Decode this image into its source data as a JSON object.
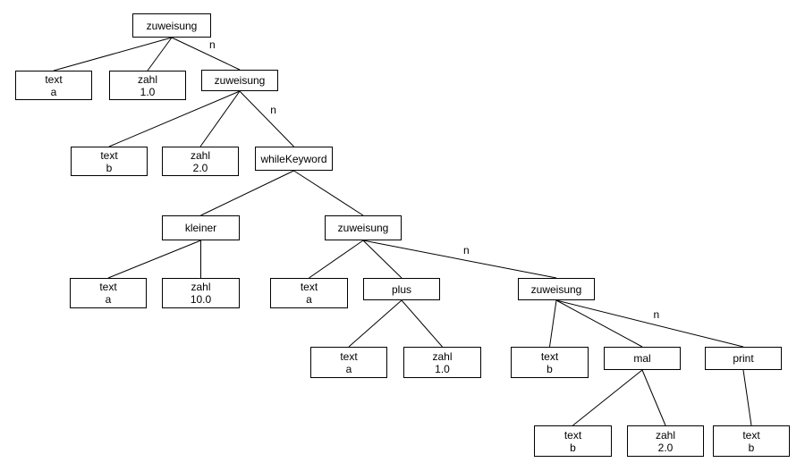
{
  "nodes": [
    {
      "id": "n1",
      "line1": "zuweisung",
      "line2": ""
    },
    {
      "id": "n2",
      "line1": "text",
      "line2": "a"
    },
    {
      "id": "n3",
      "line1": "zahl",
      "line2": "1.0"
    },
    {
      "id": "n4",
      "line1": "zuweisung",
      "line2": ""
    },
    {
      "id": "n5",
      "line1": "text",
      "line2": "b"
    },
    {
      "id": "n6",
      "line1": "zahl",
      "line2": "2.0"
    },
    {
      "id": "n7",
      "line1": "whileKeyword",
      "line2": ""
    },
    {
      "id": "n8",
      "line1": "kleiner",
      "line2": ""
    },
    {
      "id": "n9",
      "line1": "zuweisung",
      "line2": ""
    },
    {
      "id": "n10",
      "line1": "text",
      "line2": "a"
    },
    {
      "id": "n11",
      "line1": "zahl",
      "line2": "10.0"
    },
    {
      "id": "n12",
      "line1": "text",
      "line2": "a"
    },
    {
      "id": "n13",
      "line1": "plus",
      "line2": ""
    },
    {
      "id": "n14",
      "line1": "zuweisung",
      "line2": ""
    },
    {
      "id": "n15",
      "line1": "text",
      "line2": "a"
    },
    {
      "id": "n16",
      "line1": "zahl",
      "line2": "1.0"
    },
    {
      "id": "n17",
      "line1": "text",
      "line2": "b"
    },
    {
      "id": "n18",
      "line1": "mal",
      "line2": ""
    },
    {
      "id": "n19",
      "line1": "print",
      "line2": ""
    },
    {
      "id": "n20",
      "line1": "text",
      "line2": "b"
    },
    {
      "id": "n21",
      "line1": "zahl",
      "line2": "2.0"
    },
    {
      "id": "n22",
      "line1": "text",
      "line2": "b"
    }
  ],
  "edges": [
    {
      "from": "n1",
      "to": "n2",
      "label": ""
    },
    {
      "from": "n1",
      "to": "n3",
      "label": ""
    },
    {
      "from": "n1",
      "to": "n4",
      "label": "n"
    },
    {
      "from": "n4",
      "to": "n5",
      "label": ""
    },
    {
      "from": "n4",
      "to": "n6",
      "label": ""
    },
    {
      "from": "n4",
      "to": "n7",
      "label": "n"
    },
    {
      "from": "n7",
      "to": "n8",
      "label": ""
    },
    {
      "from": "n7",
      "to": "n9",
      "label": ""
    },
    {
      "from": "n8",
      "to": "n10",
      "label": ""
    },
    {
      "from": "n8",
      "to": "n11",
      "label": ""
    },
    {
      "from": "n9",
      "to": "n12",
      "label": ""
    },
    {
      "from": "n9",
      "to": "n13",
      "label": ""
    },
    {
      "from": "n9",
      "to": "n14",
      "label": "n"
    },
    {
      "from": "n13",
      "to": "n15",
      "label": ""
    },
    {
      "from": "n13",
      "to": "n16",
      "label": ""
    },
    {
      "from": "n14",
      "to": "n17",
      "label": ""
    },
    {
      "from": "n14",
      "to": "n18",
      "label": ""
    },
    {
      "from": "n14",
      "to": "n19",
      "label": "n"
    },
    {
      "from": "n18",
      "to": "n20",
      "label": ""
    },
    {
      "from": "n18",
      "to": "n21",
      "label": ""
    },
    {
      "from": "n19",
      "to": "n22",
      "label": ""
    }
  ]
}
